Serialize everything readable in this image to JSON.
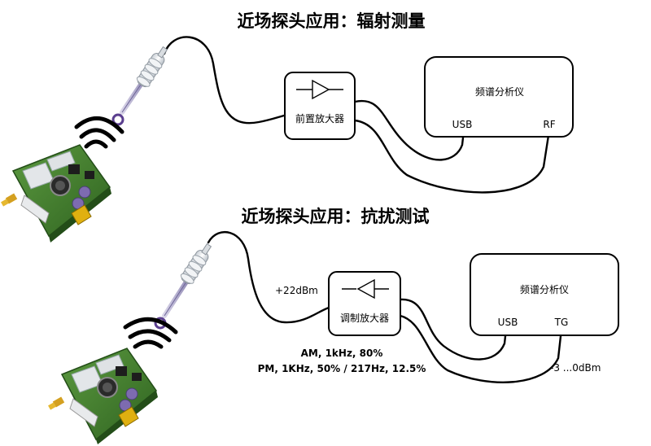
{
  "top": {
    "title": "近场探头应用：辐射测量",
    "amplifier_label": "前置放大器",
    "analyzer_label": "频谱分析仪",
    "port_usb": "USB",
    "port_rf": "RF"
  },
  "bottom": {
    "title": "近场探头应用：抗扰测试",
    "amplifier_label": "调制放大器",
    "analyzer_label": "频谱分析仪",
    "port_usb": "USB",
    "port_tg": "TG",
    "input_level": "+22dBm",
    "tg_level": "-3 ...0dBm",
    "modulation_am": "AM, 1kHz, 80%",
    "modulation_pm": "PM, 1KHz, 50% / 217Hz, 12.5%"
  },
  "colors": {
    "pcb_green": "#3f7a2c",
    "probe_white": "#e8ecef",
    "probe_tip": "#6a4c9c",
    "connector_gold": "#d4a020",
    "capacitor_purple": "#7d6bb0"
  },
  "icons": [
    "near-field-probe-icon",
    "circuit-board-icon",
    "radio-wave-icon",
    "amplifier-triangle-icon"
  ]
}
